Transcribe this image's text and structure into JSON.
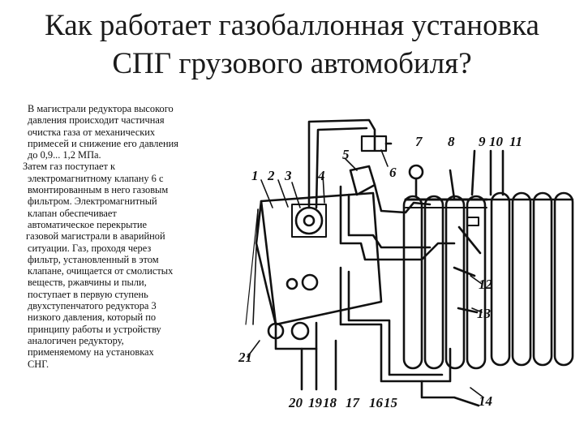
{
  "slide": {
    "title_line1": "Как работает газобаллонная установка",
    "title_line2": "СПГ грузового автомобиля?",
    "paragraph1": [
      "В магистрали редуктора высокого",
      "давления происходит частичная",
      "очистка газа от механических",
      "примесей и снижение его давления",
      "до 0,9... 1,2 МПа."
    ],
    "paragraph2": [
      "Затем газ поступает к",
      "электромагнитному клапану 6 с",
      "вмонтированным в него газовым",
      "фильтром. Электромагнитный",
      "клапан обеспечивает",
      "автоматическое перекрытие",
      "газовой магистрали в аварийной",
      "ситуации. Газ, проходя через",
      "фильтр, установленный в этом",
      "клапане, очищается от смолистых",
      "веществ, ржавчины и пыли,",
      "поступает в первую ступень",
      "двухступенчатого редуктора 3",
      "низкого давления, который по",
      "принципу работы и устройству",
      "аналогичен редуктору,",
      "применяемому на установках",
      "СНГ."
    ],
    "diagram_labels": {
      "l1": "1",
      "l2": "2",
      "l3": "3",
      "l4": "4",
      "l5": "5",
      "l6": "6",
      "l7": "7",
      "l8": "8",
      "l9": "9",
      "l10": "10",
      "l11": "11",
      "l12": "12",
      "l13": "13",
      "l14": "14",
      "l15": "15",
      "l16": "16",
      "l17": "17",
      "l18": "18",
      "l19": "19",
      "l20": "20",
      "l21": "21"
    }
  }
}
